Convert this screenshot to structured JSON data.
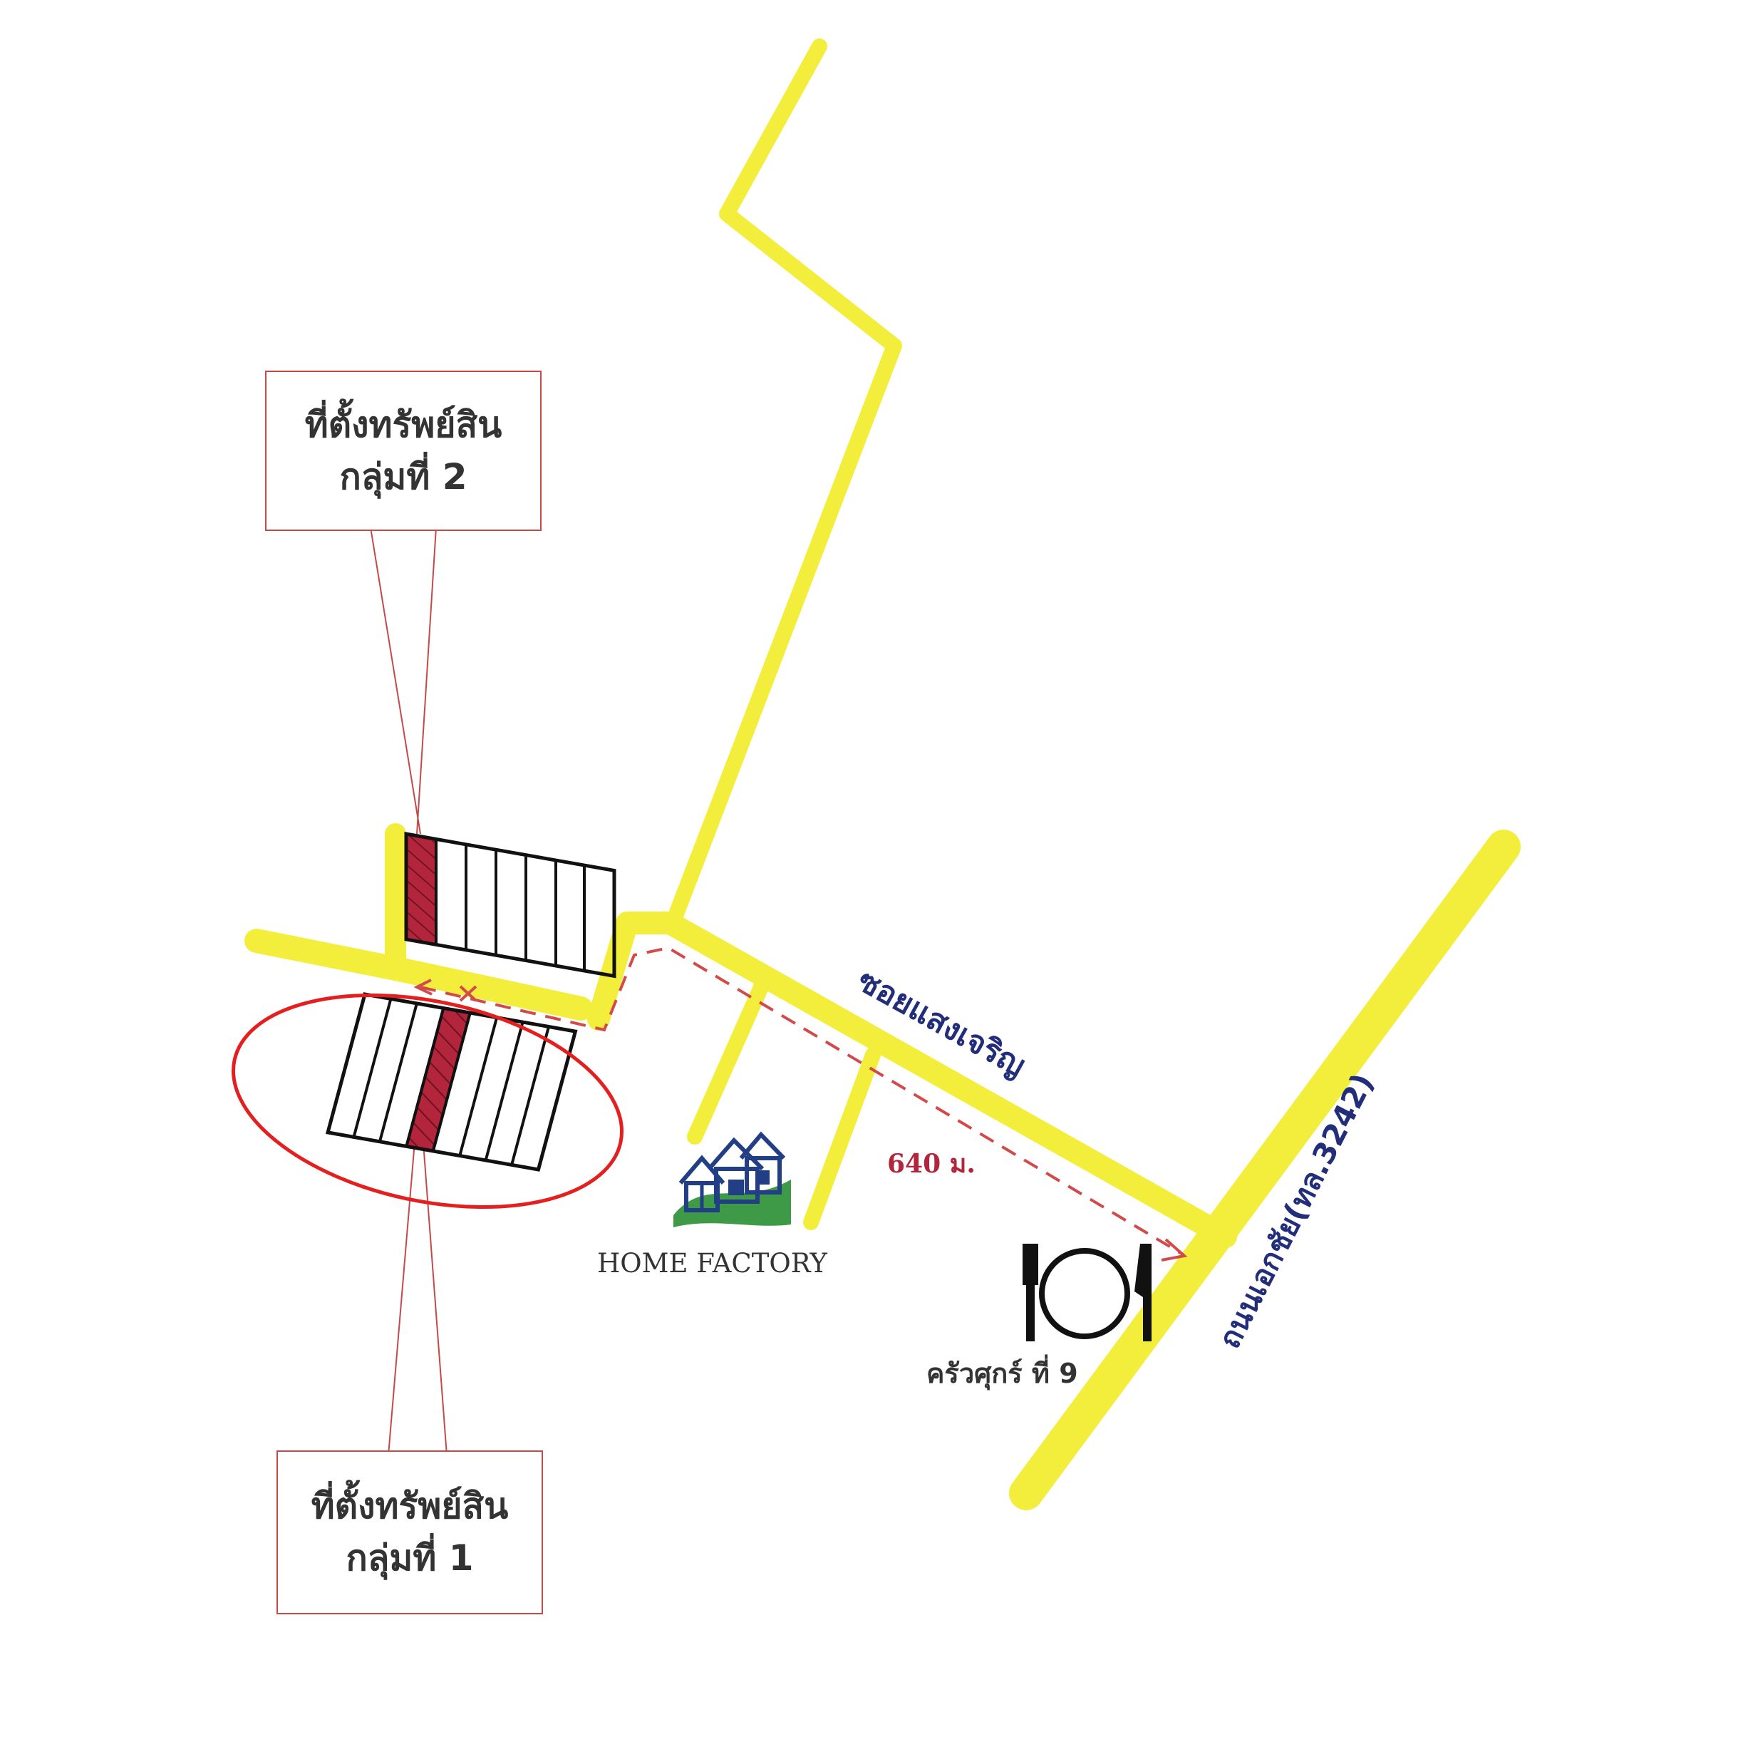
{
  "callouts": {
    "group2": {
      "line1": "ที่ตั้งทรัพย์สิน",
      "line2": "กลุ่มที่ 2"
    },
    "group1": {
      "line1": "ที่ตั้งทรัพย์สิน",
      "line2": "กลุ่มที่ 1"
    }
  },
  "roads": {
    "soi": "ซอยแสงเจริญ",
    "main": "ถนนเอกชัย(ทล.3242)"
  },
  "distance": "640 ม.",
  "landmarks": {
    "home_factory": {
      "label": "HOME FACTORY",
      "icon": "house-logo-icon"
    },
    "restaurant": {
      "label": "ครัวศุกร์ ที่ 9",
      "icon": "fork-plate-knife-icon"
    }
  },
  "colors": {
    "road": "#f3ee3c",
    "highlight_lot": "#b3253a",
    "route_line": "#d24a4a",
    "circle": "#e41f1f",
    "callout_border": "#c44a4a",
    "road_label": "#232e7a",
    "distance_label": "#b3253a",
    "home_factory_blue": "#223f86",
    "home_factory_green": "#3e9a46"
  }
}
